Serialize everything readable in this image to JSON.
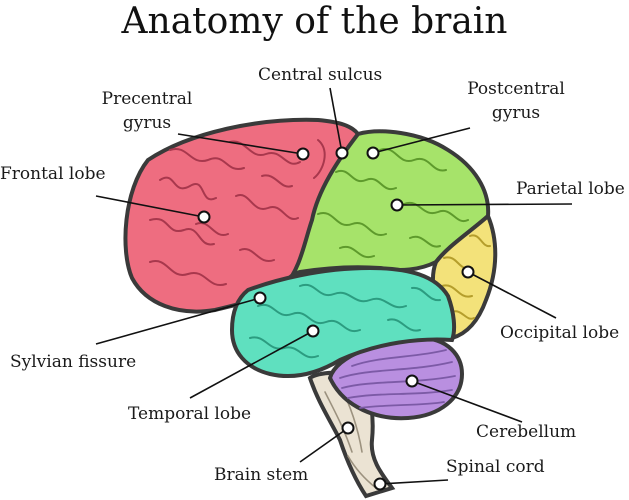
{
  "title": "Anatomy of the brain",
  "labels": {
    "central_sulcus": "Central sulcus",
    "precentral_line1": "Precentral",
    "precentral_line2": "gyrus",
    "postcentral_line1": "Postcentral",
    "postcentral_line2": "gyrus",
    "frontal_lobe": "Frontal lobe",
    "parietal_lobe": "Parietal lobe",
    "occipital_lobe": "Occipital lobe",
    "sylvian_fissure": "Sylvian fissure",
    "temporal_lobe": "Temporal lobe",
    "cerebellum": "Cerebellum",
    "brain_stem": "Brain stem",
    "spinal_cord": "Spinal cord"
  },
  "colors": {
    "frontal": "#ee6d80",
    "parietal": "#a6e36a",
    "occipital": "#f3e27a",
    "temporal": "#5fe0bf",
    "cerebellum": "#b98fe0",
    "stem": "#ebe3d3",
    "outline": "#3a3a3a"
  }
}
